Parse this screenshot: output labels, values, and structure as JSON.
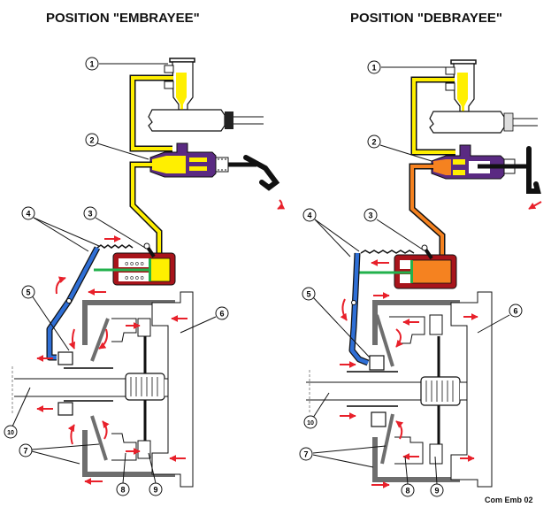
{
  "panels": [
    {
      "id": "embrayee",
      "title": "POSITION \"EMBRAYEE\"",
      "state": "engaged",
      "fluid_colors": {
        "reservoir": "#ffef00",
        "master_line": "#ffef00",
        "slave_chamber": "#ffef00"
      },
      "callouts": [
        "1",
        "2",
        "3",
        "4",
        "5",
        "6",
        "7",
        "8",
        "9",
        "10"
      ]
    },
    {
      "id": "debrayee",
      "title": "POSITION \"DEBRAYEE\"",
      "state": "disengaged",
      "fluid_colors": {
        "reservoir": "#ffef00",
        "master_line": "#f58220",
        "slave_chamber": "#f58220"
      },
      "callouts": [
        "1",
        "2",
        "3",
        "4",
        "5",
        "6",
        "7",
        "8",
        "9",
        "10"
      ]
    }
  ],
  "colors": {
    "fluid_yellow": "#ffef00",
    "fluid_orange": "#f58220",
    "master_cylinder": "#5a2a82",
    "slave_cylinder": "#a8141b",
    "pushrod": "#22b14c",
    "fork": "#2f6fd6",
    "clutch_cover": "#6e6e6e",
    "arrow": "#e8202a",
    "outline": "#111111"
  },
  "footer": "Com Emb 02"
}
